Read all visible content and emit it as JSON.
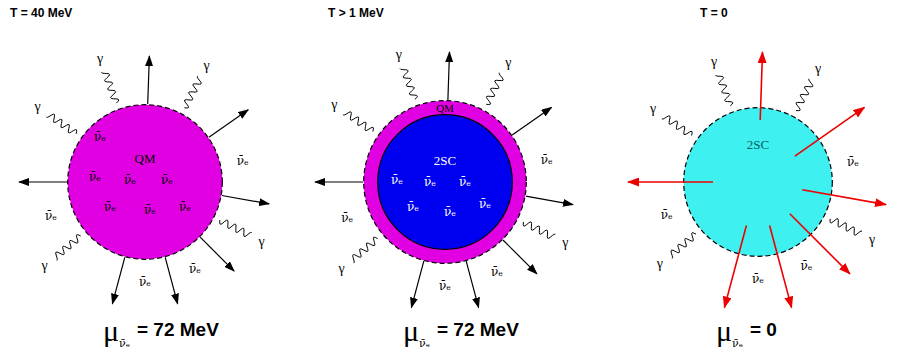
{
  "diagram": {
    "nodes": [
      {
        "text": [
          "QM",
          "ν̄ₑ",
          "ν̄ₑ",
          "ν̄ₑ",
          "ν̄ₑ",
          "ν̄ₑ",
          "ν̄ₑ",
          "ν̄ₑ"
        ]
      },
      {
        "text": [
          "QM"
        ]
      },
      {
        "text": [
          "2SC",
          "ν̄ₑ",
          "ν̄ₑ",
          "ν̄ₑ",
          "ν̄ₑ",
          "ν̄ₑ",
          "ν̄ₑ"
        ],
        "in": 1
      },
      {
        "text": [
          "2SC"
        ]
      }
    ],
    "labels": [
      "T = 40 MeV",
      "γ",
      "γ",
      "γ",
      "γ",
      "γ",
      "ν̄ₑ",
      "ν̄ₑ",
      "ν̄ₑ",
      "ν̄ₑ",
      "μ",
      "ν̄ₑ",
      "= 72 MeV",
      "T > 1 MeV",
      "γ",
      "γ",
      "γ",
      "γ",
      "γ",
      "ν̄ₑ",
      "ν̄ₑ",
      "ν̄ₑ",
      "ν̄ₑ",
      "μ",
      "ν̄ₑ",
      "= 72 MeV",
      "T = 0",
      "γ",
      "γ",
      "γ",
      "γ",
      "γ",
      "ν̄ₑ",
      "ν̄ₑ",
      "ν̄ₑ",
      "ν̄ₑ",
      "μ",
      "ν̄ₑ",
      "= 0"
    ]
  }
}
